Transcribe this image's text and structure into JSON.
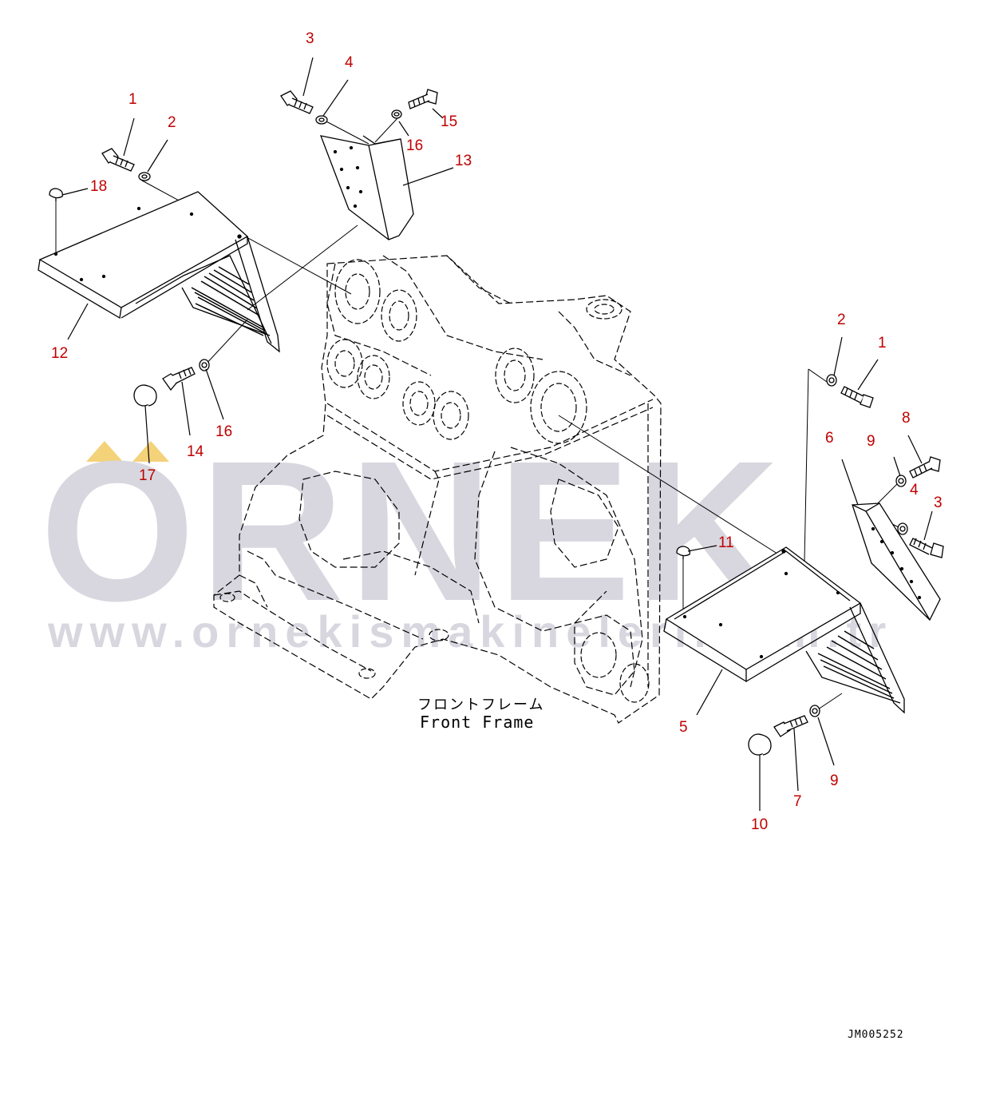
{
  "watermark": {
    "brand": "ORNEK",
    "url": "www.ornekismakineleri.com.tr"
  },
  "frame_label": {
    "japanese": "フロントフレーム",
    "english": "Front Frame"
  },
  "drawing_id": "JM005252",
  "callouts": {
    "c1a": "1",
    "c2a": "2",
    "c3a": "3",
    "c4a": "4",
    "c15": "15",
    "c16a": "16",
    "c13": "13",
    "c18": "18",
    "c12": "12",
    "c14": "14",
    "c16b": "16",
    "c17": "17",
    "c2b": "2",
    "c1b": "1",
    "c8": "8",
    "c6": "6",
    "c9a": "9",
    "c4b": "4",
    "c3b": "3",
    "c11": "11",
    "c5": "5",
    "c9b": "9",
    "c7": "7",
    "c10": "10"
  },
  "colors": {
    "callout": "#c00000",
    "line": "#000000",
    "watermark": "#d8d7df",
    "watermark_accent": "#f3d27a"
  }
}
